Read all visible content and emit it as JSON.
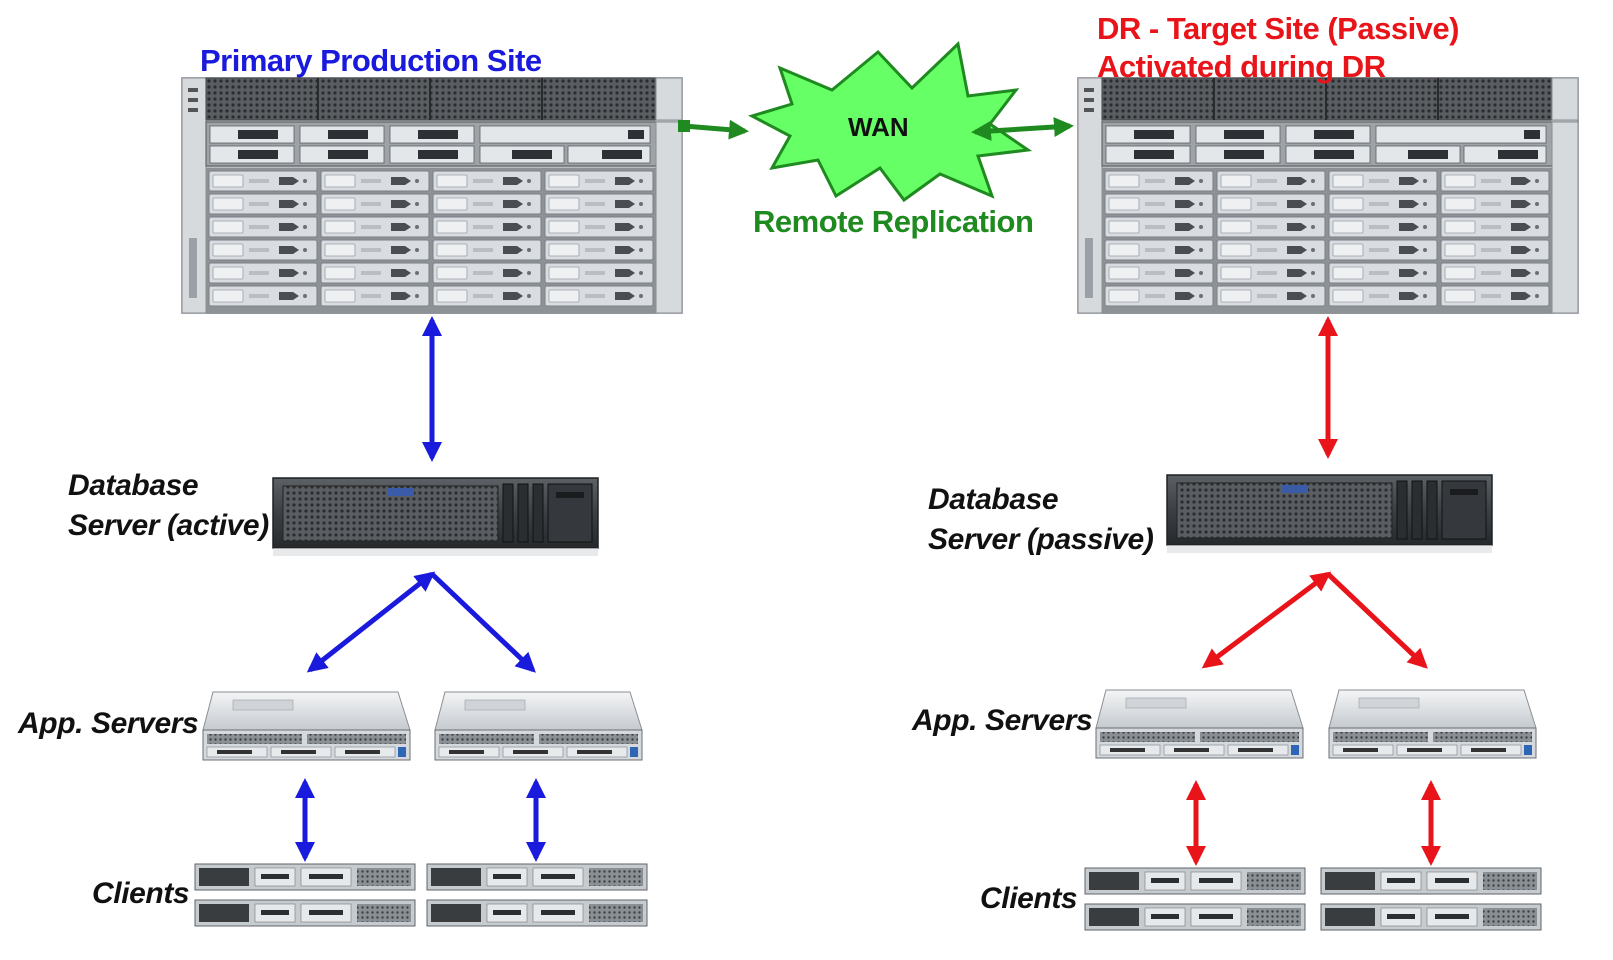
{
  "primary_site": {
    "title": "Primary Production Site",
    "db_server_label_line1": "Database",
    "db_server_label_line2": "Server (active)",
    "app_servers_label": "App. Servers",
    "clients_label": "Clients",
    "link_color": "#1a1adc"
  },
  "dr_site": {
    "title_line1": "DR - Target Site (Passive)",
    "title_line2": "Activated during DR",
    "db_server_label_line1": "Database",
    "db_server_label_line2": "Server (passive)",
    "app_servers_label": "App. Servers",
    "clients_label": "Clients",
    "link_color": "#e8141a"
  },
  "wan": {
    "label": "WAN",
    "caption": "Remote Replication",
    "color": "#1f8a1f",
    "burst_fill": "#66ff66"
  },
  "icons": [
    "storage-array-icon",
    "database-server-icon",
    "app-server-icon",
    "client-machine-icon",
    "wan-burst-icon"
  ]
}
